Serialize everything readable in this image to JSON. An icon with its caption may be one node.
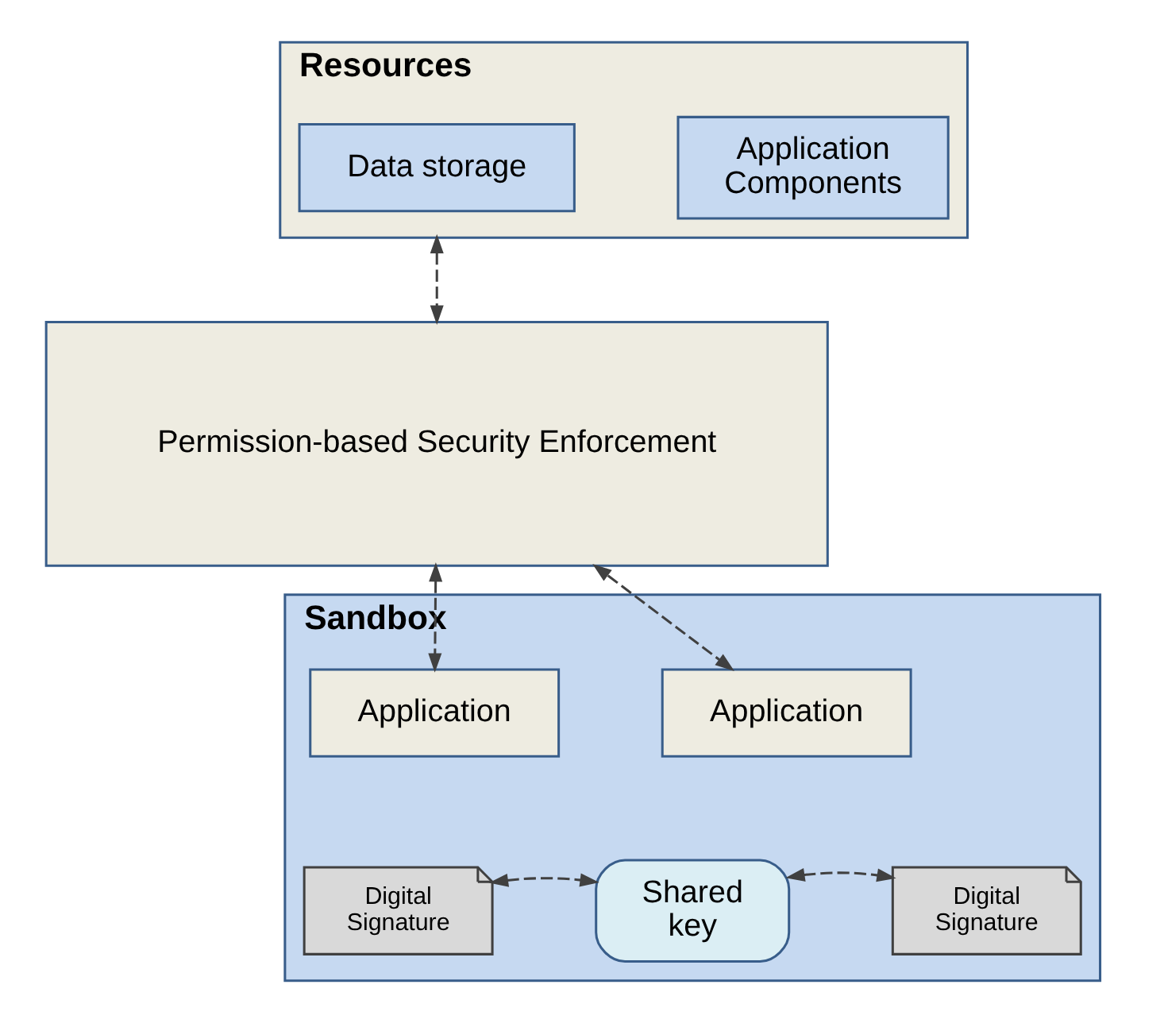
{
  "diagram": {
    "nodes": [
      {
        "text": [
          "Resources"
        ]
      },
      {
        "text": [
          "Data storage"
        ],
        "in": 0
      },
      {
        "text": [
          "Application Components"
        ],
        "in": 0
      },
      {
        "text": [
          "Permission-based Security Enforcement"
        ]
      },
      {
        "text": [
          "Sandbox"
        ]
      },
      {
        "text": [
          "Application"
        ],
        "in": 4
      },
      {
        "text": [
          "Digital Signature"
        ],
        "in": 4
      },
      {
        "text": [
          "Shared key"
        ],
        "in": 4
      },
      {
        "text": [
          "Application"
        ],
        "in": 4
      },
      {
        "text": [
          "Digital Signature"
        ],
        "in": 4
      }
    ],
    "edges": [
      {
        "from": 0,
        "to": 3,
        "arrow": "both",
        "style": "dashed"
      },
      {
        "from": 3,
        "to": 5,
        "arrow": "both",
        "style": "dashed"
      },
      {
        "from": 3,
        "to": 8,
        "arrow": "both",
        "style": "dashed"
      },
      {
        "from": 6,
        "to": 7,
        "arrow": "both",
        "style": "dashed"
      },
      {
        "from": 7,
        "to": 9,
        "arrow": "both",
        "style": "dashed"
      }
    ]
  }
}
